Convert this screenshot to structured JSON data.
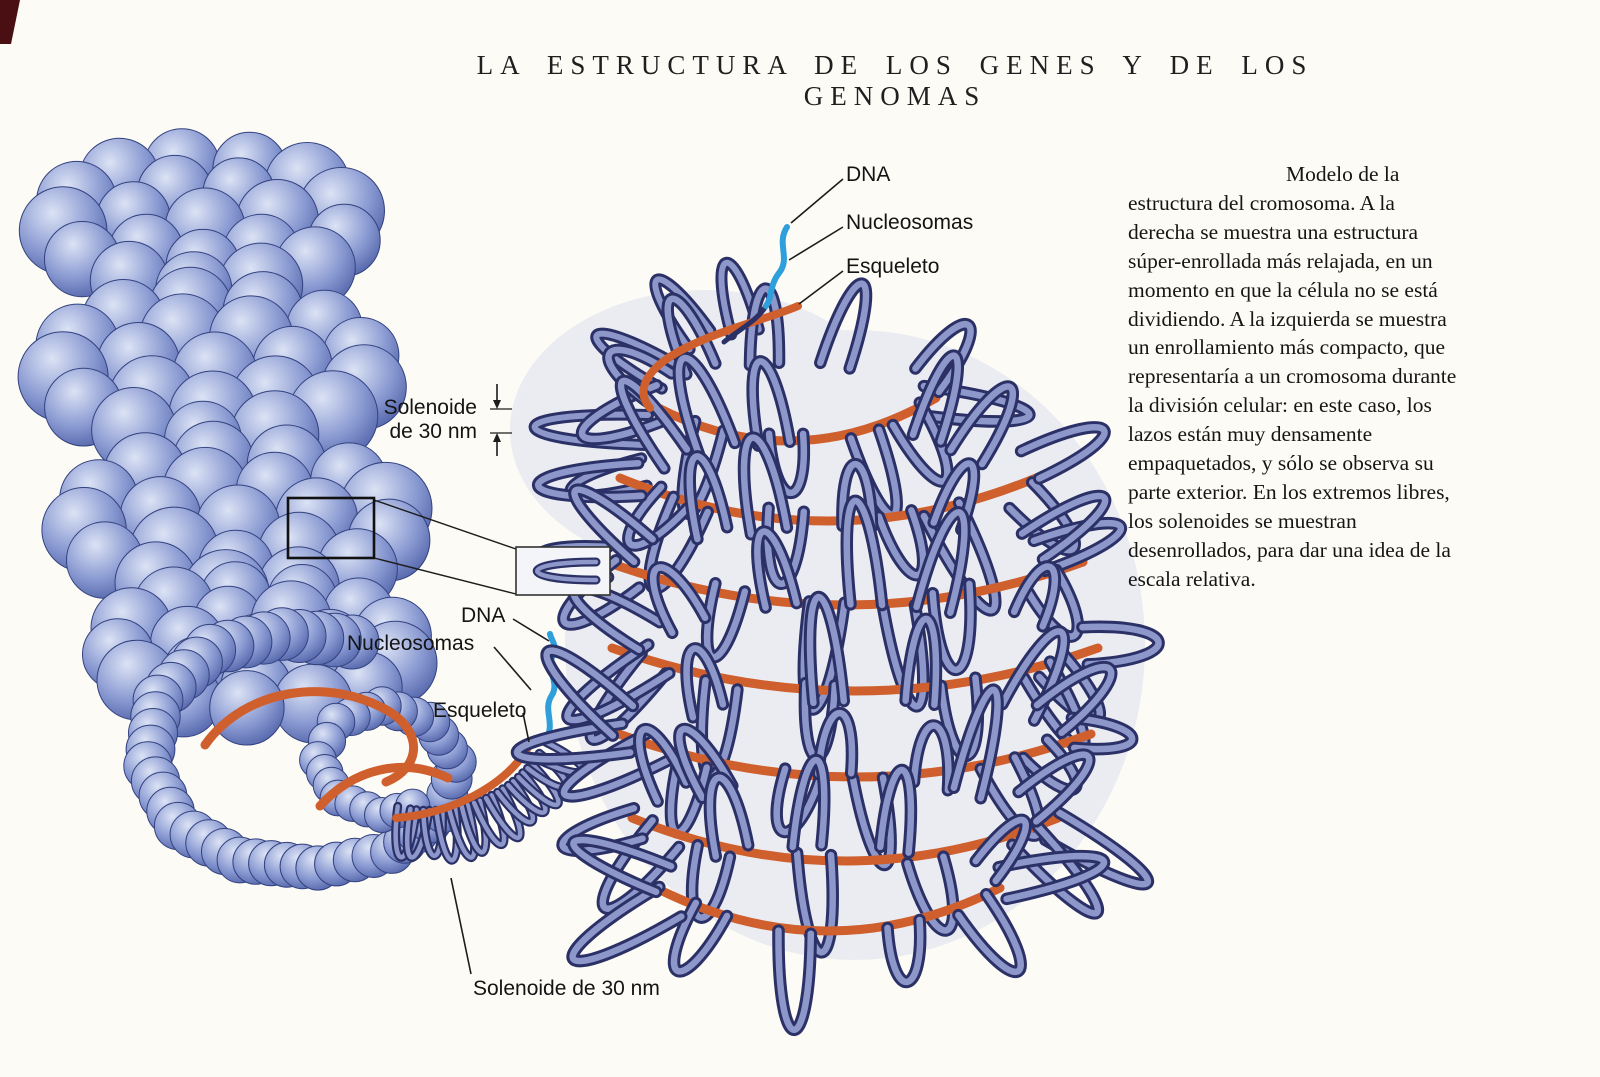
{
  "title": "LA ESTRUCTURA DE LOS GENES Y DE LOS GENOMAS",
  "labels": {
    "dna_top": "DNA",
    "nucleosomas_top": "Nucleosomas",
    "esqueleto_top": "Esqueleto",
    "solenoide_left_line1": "Solenoide",
    "solenoide_left_line2": "de 30 nm",
    "dna_mid": "DNA",
    "nucleosomas_mid": "Nucleosomas",
    "esqueleto_mid": "Esqueleto",
    "solenoide_bottom": "Solenoide de 30 nm"
  },
  "caption": {
    "text": "Modelo de la estructura del cromosoma. A la derecha se muestra una estructura súper-enrollada más relajada, en un momento en que la célula no se está dividiendo. A la izquierda se muestra un enrollamiento más compacto, que representaría a un cromosoma durante la división celular: en este caso, los lazos están muy densamente empaquetados, y sólo se observa su parte exterior. En los extremos libres, los solenoides se muestran desenrollados, para dar una idea de la escala relativa."
  },
  "colors": {
    "sphere_light": "#dce3f5",
    "sphere_mid": "#8a9ad2",
    "sphere_dark": "#3a4c98",
    "loop_fill": "#8d97c9",
    "loop_outline": "#2b3166",
    "scaffold_orange": "#cf5f2c",
    "dna_blue": "#2e9fdb",
    "background": "#fcfbf5"
  }
}
